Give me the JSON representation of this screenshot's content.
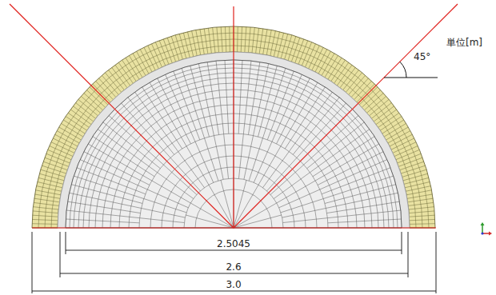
{
  "diagram": {
    "labels": [
      "単位[m]",
      "45°",
      "2.5045",
      "2.6",
      "3.0"
    ]
  }
}
